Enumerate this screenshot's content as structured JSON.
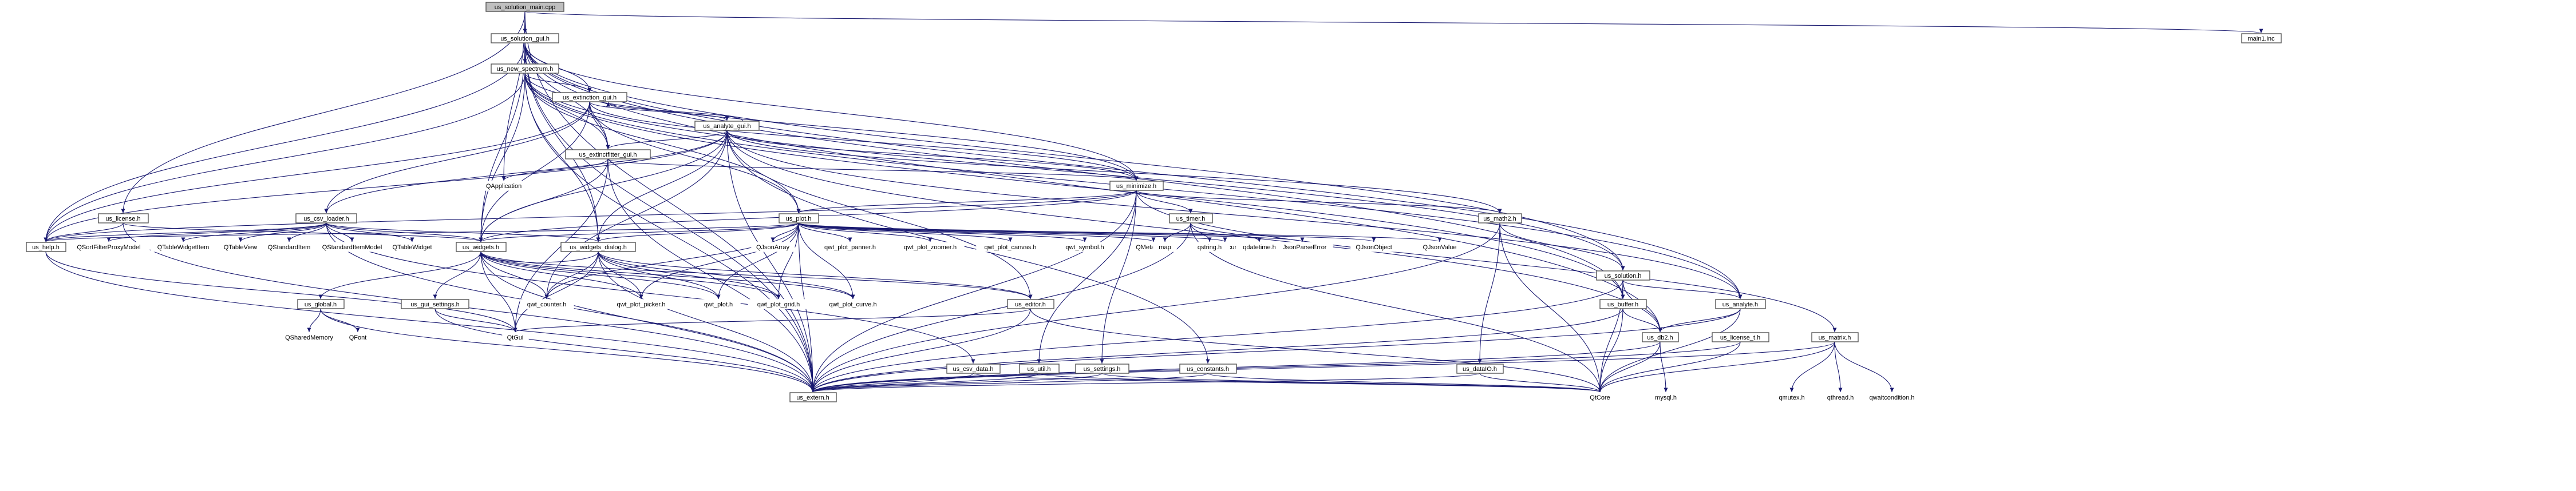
{
  "diagram": {
    "type": "include-dependency-graph",
    "edge_color": "#191970",
    "nodes": [
      {
        "id": "us_solution_main",
        "label": "us_solution_main.cpp",
        "style": "root"
      },
      {
        "id": "us_solution_gui",
        "label": "us_solution_gui.h",
        "style": "box"
      },
      {
        "id": "main1",
        "label": "main1.inc",
        "style": "box"
      },
      {
        "id": "us_new_spectrum",
        "label": "us_new_spectrum.h",
        "style": "box"
      },
      {
        "id": "us_extinction_gui",
        "label": "us_extinction_gui.h",
        "style": "box"
      },
      {
        "id": "us_analyte_gui",
        "label": "us_analyte_gui.h",
        "style": "box"
      },
      {
        "id": "us_extinctfitter_gui",
        "label": "us_extinctfitter_gui.h",
        "style": "box"
      },
      {
        "id": "qapplication",
        "label": "QApplication",
        "style": "plain"
      },
      {
        "id": "us_minimize",
        "label": "us_minimize.h",
        "style": "box"
      },
      {
        "id": "us_license",
        "label": "us_license.h",
        "style": "box"
      },
      {
        "id": "us_csv_loader",
        "label": "us_csv_loader.h",
        "style": "box"
      },
      {
        "id": "us_plot",
        "label": "us_plot.h",
        "style": "box"
      },
      {
        "id": "us_timer",
        "label": "us_timer.h",
        "style": "box"
      },
      {
        "id": "us_math2",
        "label": "us_math2.h",
        "style": "box"
      },
      {
        "id": "us_help",
        "label": "us_help.h",
        "style": "box"
      },
      {
        "id": "qsortfilterproxymodel",
        "label": "QSortFilterProxyModel",
        "style": "plain"
      },
      {
        "id": "qtablewidgetitem",
        "label": "QTableWidgetItem",
        "style": "plain"
      },
      {
        "id": "qtableview",
        "label": "QTableView",
        "style": "plain"
      },
      {
        "id": "qstandarditem",
        "label": "QStandardItem",
        "style": "plain"
      },
      {
        "id": "qstandarditemmodel",
        "label": "QStandardItemModel",
        "style": "plain"
      },
      {
        "id": "qtablewidget",
        "label": "QTableWidget",
        "style": "plain"
      },
      {
        "id": "us_widgets",
        "label": "us_widgets.h",
        "style": "box"
      },
      {
        "id": "us_widgets_dialog",
        "label": "us_widgets_dialog.h",
        "style": "box"
      },
      {
        "id": "qjsonarray",
        "label": "QJsonArray",
        "style": "plain"
      },
      {
        "id": "qwt_plot_panner",
        "label": "qwt_plot_panner.h",
        "style": "plain"
      },
      {
        "id": "qwt_plot_zoomer",
        "label": "qwt_plot_zoomer.h",
        "style": "plain"
      },
      {
        "id": "qwt_plot_canvas",
        "label": "qwt_plot_canvas.h",
        "style": "plain"
      },
      {
        "id": "qwt_symbol",
        "label": "qwt_symbol.h",
        "style": "plain"
      },
      {
        "id": "qmetaenum",
        "label": "QMetaEnum",
        "style": "plain"
      },
      {
        "id": "qjsondocument",
        "label": "QJsonDocument",
        "style": "plain"
      },
      {
        "id": "qjsonparseerror",
        "label": "QJsonParseError",
        "style": "plain"
      },
      {
        "id": "qjsonobject",
        "label": "QJsonObject",
        "style": "plain"
      },
      {
        "id": "qjsonvalue",
        "label": "QJsonValue",
        "style": "plain"
      },
      {
        "id": "map",
        "label": "map",
        "style": "plain"
      },
      {
        "id": "qstring",
        "label": "qstring.h",
        "style": "plain"
      },
      {
        "id": "qdatetime",
        "label": "qdatetime.h",
        "style": "plain"
      },
      {
        "id": "us_solution",
        "label": "us_solution.h",
        "style": "box"
      },
      {
        "id": "us_buffer",
        "label": "us_buffer.h",
        "style": "box"
      },
      {
        "id": "us_analyte",
        "label": "us_analyte.h",
        "style": "box"
      },
      {
        "id": "us_editor",
        "label": "us_editor.h",
        "style": "box"
      },
      {
        "id": "us_global",
        "label": "us_global.h",
        "style": "box"
      },
      {
        "id": "us_gui_settings",
        "label": "us_gui_settings.h",
        "style": "box"
      },
      {
        "id": "qwt_counter",
        "label": "qwt_counter.h",
        "style": "plain"
      },
      {
        "id": "qwt_plot_picker",
        "label": "qwt_plot_picker.h",
        "style": "plain"
      },
      {
        "id": "qwt_plot",
        "label": "qwt_plot.h",
        "style": "plain"
      },
      {
        "id": "qwt_plot_grid",
        "label": "qwt_plot_grid.h",
        "style": "plain"
      },
      {
        "id": "qwt_plot_curve",
        "label": "qwt_plot_curve.h",
        "style": "plain"
      },
      {
        "id": "qsharedmemory",
        "label": "QSharedMemory",
        "style": "plain"
      },
      {
        "id": "qfont",
        "label": "QFont",
        "style": "plain"
      },
      {
        "id": "qtgui",
        "label": "QtGui",
        "style": "plain"
      },
      {
        "id": "us_db2",
        "label": "us_db2.h",
        "style": "box"
      },
      {
        "id": "us_license_t",
        "label": "us_license_t.h",
        "style": "box"
      },
      {
        "id": "us_matrix",
        "label": "us_matrix.h",
        "style": "box"
      },
      {
        "id": "us_csv_data",
        "label": "us_csv_data.h",
        "style": "box"
      },
      {
        "id": "us_util",
        "label": "us_util.h",
        "style": "box"
      },
      {
        "id": "us_settings",
        "label": "us_settings.h",
        "style": "box"
      },
      {
        "id": "us_constants",
        "label": "us_constants.h",
        "style": "box"
      },
      {
        "id": "us_datai0",
        "label": "us_dataIO.h",
        "style": "box"
      },
      {
        "id": "us_extern",
        "label": "us_extern.h",
        "style": "box"
      },
      {
        "id": "qtcore",
        "label": "QtCore",
        "style": "plain"
      },
      {
        "id": "mysql",
        "label": "mysql.h",
        "style": "plain"
      },
      {
        "id": "qmutex",
        "label": "qmutex.h",
        "style": "plain"
      },
      {
        "id": "qthread",
        "label": "qthread.h",
        "style": "plain"
      },
      {
        "id": "qwaitcondition",
        "label": "qwaitcondition.h",
        "style": "plain"
      }
    ],
    "edges": [
      [
        "us_solution_main",
        "us_solution_gui"
      ],
      [
        "us_solution_main",
        "main1"
      ],
      [
        "us_solution_main",
        "us_license"
      ],
      [
        "us_solution_main",
        "qapplication"
      ],
      [
        "us_solution_main",
        "us_extern"
      ],
      [
        "us_solution_gui",
        "us_new_spectrum"
      ],
      [
        "us_solution_gui",
        "us_extinction_gui"
      ],
      [
        "us_solution_gui",
        "us_extinctfitter_gui"
      ],
      [
        "us_solution_gui",
        "us_widgets"
      ],
      [
        "us_solution_gui",
        "us_widgets_dialog"
      ],
      [
        "us_solution_gui",
        "us_help"
      ],
      [
        "us_solution_gui",
        "us_minimize"
      ],
      [
        "us_solution_gui",
        "us_solution"
      ],
      [
        "us_solution_gui",
        "us_analyte"
      ],
      [
        "us_solution_gui",
        "us_buffer"
      ],
      [
        "us_solution_gui",
        "us_extern"
      ],
      [
        "us_solution_gui",
        "us_db2"
      ],
      [
        "us_new_spectrum",
        "us_extinction_gui"
      ],
      [
        "us_new_spectrum",
        "us_extinctfitter_gui"
      ],
      [
        "us_new_spectrum",
        "us_widgets"
      ],
      [
        "us_new_spectrum",
        "us_widgets_dialog"
      ],
      [
        "us_new_spectrum",
        "us_help"
      ],
      [
        "us_new_spectrum",
        "us_minimize"
      ],
      [
        "us_new_spectrum",
        "us_solution"
      ],
      [
        "us_new_spectrum",
        "us_analyte"
      ],
      [
        "us_new_spectrum",
        "us_buffer"
      ],
      [
        "us_new_spectrum",
        "us_plot"
      ],
      [
        "us_new_spectrum",
        "us_extern"
      ],
      [
        "us_extinction_gui",
        "us_analyte_gui"
      ],
      [
        "us_extinction_gui",
        "us_extinctfitter_gui"
      ],
      [
        "us_extinction_gui",
        "us_widgets"
      ],
      [
        "us_extinction_gui",
        "us_plot"
      ],
      [
        "us_extinction_gui",
        "us_minimize"
      ],
      [
        "us_extinction_gui",
        "us_csv_loader"
      ],
      [
        "us_extinction_gui",
        "us_help"
      ],
      [
        "us_analyte_gui",
        "us_extinction_gui"
      ],
      [
        "us_analyte_gui",
        "us_extinctfitter_gui"
      ],
      [
        "us_analyte_gui",
        "us_widgets"
      ],
      [
        "us_analyte_gui",
        "us_widgets_dialog"
      ],
      [
        "us_analyte_gui",
        "us_help"
      ],
      [
        "us_analyte_gui",
        "us_minimize"
      ],
      [
        "us_analyte_gui",
        "us_analyte"
      ],
      [
        "us_analyte_gui",
        "us_math2"
      ],
      [
        "us_analyte_gui",
        "us_constants"
      ],
      [
        "us_analyte_gui",
        "us_editor"
      ],
      [
        "us_analyte_gui",
        "us_db2"
      ],
      [
        "us_analyte_gui",
        "us_extern"
      ],
      [
        "us_analyte_gui",
        "qwt_counter"
      ],
      [
        "us_analyte_gui",
        "us_csv_loader"
      ],
      [
        "us_extinctfitter_gui",
        "qapplication"
      ],
      [
        "us_extinctfitter_gui",
        "us_minimize"
      ],
      [
        "us_extinctfitter_gui",
        "us_widgets"
      ],
      [
        "us_extinctfitter_gui",
        "qtgui"
      ],
      [
        "us_extinctfitter_gui",
        "us_extern"
      ],
      [
        "us_minimize",
        "us_widgets"
      ],
      [
        "us_minimize",
        "us_timer"
      ],
      [
        "us_minimize",
        "us_math2"
      ],
      [
        "us_minimize",
        "us_plot"
      ],
      [
        "us_minimize",
        "us_extern"
      ],
      [
        "us_minimize",
        "us_matrix"
      ],
      [
        "us_minimize",
        "us_settings"
      ],
      [
        "us_minimize",
        "us_util"
      ],
      [
        "us_minimize",
        "us_help"
      ],
      [
        "us_license",
        "us_help"
      ],
      [
        "us_license",
        "us_widgets"
      ],
      [
        "us_license",
        "us_extern"
      ],
      [
        "us_csv_loader",
        "qsortfilterproxymodel"
      ],
      [
        "us_csv_loader",
        "qtablewidgetitem"
      ],
      [
        "us_csv_loader",
        "qtableview"
      ],
      [
        "us_csv_loader",
        "qstandarditem"
      ],
      [
        "us_csv_loader",
        "qstandarditemmodel"
      ],
      [
        "us_csv_loader",
        "qtablewidget"
      ],
      [
        "us_csv_loader",
        "us_widgets"
      ],
      [
        "us_csv_loader",
        "us_widgets_dialog"
      ],
      [
        "us_csv_loader",
        "us_extern"
      ],
      [
        "us_csv_loader",
        "us_csv_data"
      ],
      [
        "us_csv_loader",
        "us_help"
      ],
      [
        "us_plot",
        "qjsonarray"
      ],
      [
        "us_plot",
        "qwt_plot_panner"
      ],
      [
        "us_plot",
        "qwt_plot_zoomer"
      ],
      [
        "us_plot",
        "qwt_plot_canvas"
      ],
      [
        "us_plot",
        "qwt_symbol"
      ],
      [
        "us_plot",
        "qmetaenum"
      ],
      [
        "us_plot",
        "qjsondocument"
      ],
      [
        "us_plot",
        "qjsonparseerror"
      ],
      [
        "us_plot",
        "qjsonobject"
      ],
      [
        "us_plot",
        "qjsonvalue"
      ],
      [
        "us_plot",
        "us_widgets"
      ],
      [
        "us_plot",
        "us_widgets_dialog"
      ],
      [
        "us_plot",
        "qwt_plot"
      ],
      [
        "us_plot",
        "qwt_plot_grid"
      ],
      [
        "us_plot",
        "qwt_plot_curve"
      ],
      [
        "us_plot",
        "qwt_plot_picker"
      ],
      [
        "us_plot",
        "qwt_counter"
      ],
      [
        "us_plot",
        "us_extern"
      ],
      [
        "us_plot",
        "us_help"
      ],
      [
        "us_timer",
        "map"
      ],
      [
        "us_timer",
        "qstring"
      ],
      [
        "us_timer",
        "qdatetime"
      ],
      [
        "us_timer",
        "us_extern"
      ],
      [
        "us_timer",
        "qtcore"
      ],
      [
        "us_math2",
        "us_solution"
      ],
      [
        "us_math2",
        "us_datai0"
      ],
      [
        "us_math2",
        "us_extern"
      ],
      [
        "us_math2",
        "qtcore"
      ],
      [
        "us_help",
        "us_extern"
      ],
      [
        "us_help",
        "qtgui"
      ],
      [
        "us_widgets",
        "us_global"
      ],
      [
        "us_widgets",
        "us_gui_settings"
      ],
      [
        "us_widgets",
        "qwt_counter"
      ],
      [
        "us_widgets",
        "qtgui"
      ],
      [
        "us_widgets",
        "us_extern"
      ],
      [
        "us_widgets",
        "us_editor"
      ],
      [
        "us_widgets",
        "qwt_plot_picker"
      ],
      [
        "us_widgets",
        "qwt_plot"
      ],
      [
        "us_widgets",
        "qwt_plot_grid"
      ],
      [
        "us_widgets",
        "qwt_plot_curve"
      ],
      [
        "us_widgets_dialog",
        "us_widgets"
      ],
      [
        "us_widgets_dialog",
        "qwt_counter"
      ],
      [
        "us_widgets_dialog",
        "qwt_plot_picker"
      ],
      [
        "us_widgets_dialog",
        "qwt_plot"
      ],
      [
        "us_widgets_dialog",
        "qwt_plot_grid"
      ],
      [
        "us_widgets_dialog",
        "qwt_plot_curve"
      ],
      [
        "us_widgets_dialog",
        "qtgui"
      ],
      [
        "us_widgets_dialog",
        "us_extern"
      ],
      [
        "us_widgets_dialog",
        "us_editor"
      ],
      [
        "us_solution",
        "us_buffer"
      ],
      [
        "us_solution",
        "us_analyte"
      ],
      [
        "us_solution",
        "us_db2"
      ],
      [
        "us_solution",
        "us_extern"
      ],
      [
        "us_solution",
        "qtcore"
      ],
      [
        "us_buffer",
        "us_db2"
      ],
      [
        "us_buffer",
        "us_extern"
      ],
      [
        "us_buffer",
        "qtcore"
      ],
      [
        "us_analyte",
        "us_db2"
      ],
      [
        "us_analyte",
        "us_extern"
      ],
      [
        "us_analyte",
        "qtcore"
      ],
      [
        "us_editor",
        "qtgui"
      ],
      [
        "us_editor",
        "us_extern"
      ],
      [
        "us_editor",
        "qtcore"
      ],
      [
        "us_global",
        "qsharedmemory"
      ],
      [
        "us_global",
        "qfont"
      ],
      [
        "us_global",
        "us_extern"
      ],
      [
        "us_gui_settings",
        "qtgui"
      ],
      [
        "us_gui_settings",
        "us_extern"
      ],
      [
        "us_db2",
        "us_extern"
      ],
      [
        "us_db2",
        "qtcore"
      ],
      [
        "us_db2",
        "mysql"
      ],
      [
        "us_license_t",
        "us_extern"
      ],
      [
        "us_license_t",
        "qtcore"
      ],
      [
        "us_matrix",
        "qmutex"
      ],
      [
        "us_matrix",
        "qthread"
      ],
      [
        "us_matrix",
        "qwaitcondition"
      ],
      [
        "us_matrix",
        "us_extern"
      ],
      [
        "us_matrix",
        "qtcore"
      ],
      [
        "us_csv_data",
        "us_extern"
      ],
      [
        "us_csv_data",
        "qtcore"
      ],
      [
        "us_util",
        "us_extern"
      ],
      [
        "us_util",
        "qtcore"
      ],
      [
        "us_settings",
        "us_extern"
      ],
      [
        "us_settings",
        "qtcore"
      ],
      [
        "us_constants",
        "us_extern"
      ],
      [
        "us_constants",
        "qtcore"
      ],
      [
        "us_datai0",
        "us_extern"
      ],
      [
        "us_datai0",
        "qtcore"
      ]
    ]
  }
}
